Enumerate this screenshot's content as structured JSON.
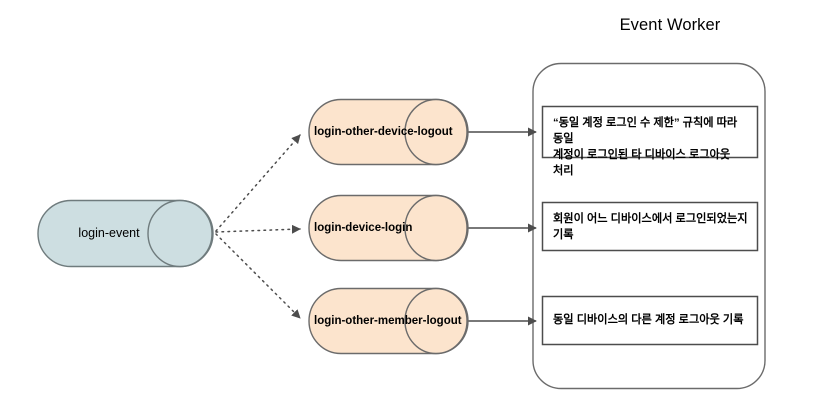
{
  "diagram": {
    "title": "Event Worker",
    "source": {
      "label": "login-event",
      "fill": "#cddee1",
      "stroke": "#6f7b7d"
    },
    "topics": [
      {
        "label": "login-other-device-logout",
        "fill": "#fce4cd",
        "stroke": "#6b6b6b"
      },
      {
        "label": "login-device-login",
        "fill": "#fce4cd",
        "stroke": "#6b6b6b"
      },
      {
        "label": "login-other-member-logout",
        "fill": "#fce4cd",
        "stroke": "#6b6b6b"
      }
    ],
    "notes": [
      {
        "line1": "“동일 계정 로그인 수 제한” 규칙에 따라 동일",
        "line2": "계정이 로그인된 타 디바이스 로그아웃 처리"
      },
      {
        "line1": "회원이 어느 디바이스에서 로그인되었는지",
        "line2": "기록"
      },
      {
        "line1": "동일 디바이스의 다른 계정 로그아웃 기록",
        "line2": ""
      }
    ],
    "container": {
      "name": "Event Worker",
      "stroke": "#6b6b6b",
      "fill": "#ffffff"
    },
    "connectors": {
      "dotted_stroke": "#4d4d4d",
      "solid_stroke": "#4d4d4d"
    }
  }
}
